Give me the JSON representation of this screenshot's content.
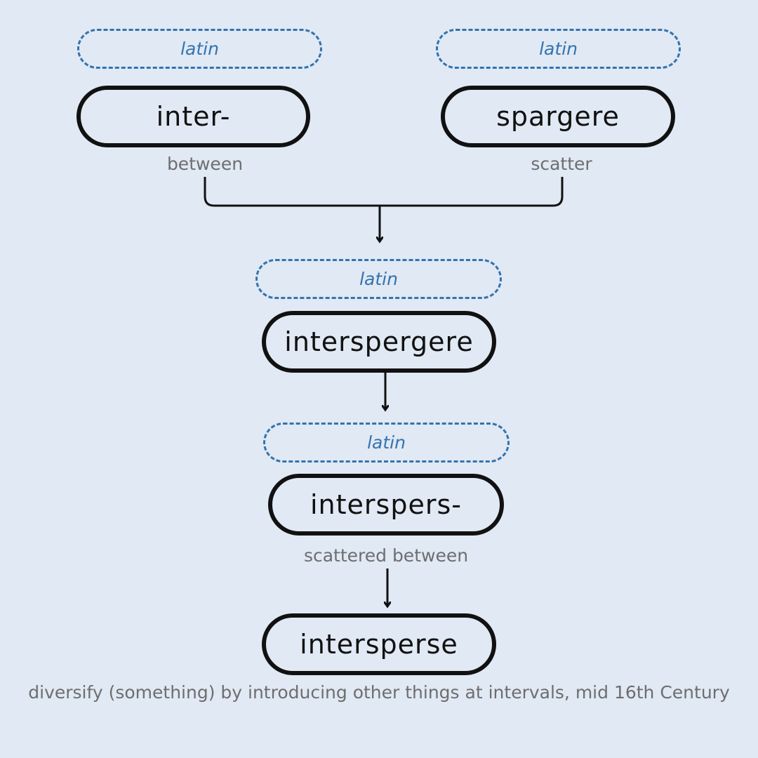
{
  "colors": {
    "background": "#e0e9f4",
    "tag_blue": "#3573ad",
    "word_border": "#111111",
    "gloss_gray": "#6e6e6e"
  },
  "roots": [
    {
      "language": "latin",
      "word": "inter-",
      "meaning": "between"
    },
    {
      "language": "latin",
      "word": "spargere",
      "meaning": "scatter"
    }
  ],
  "stages": [
    {
      "language": "latin",
      "word": "interspergere",
      "meaning": ""
    },
    {
      "language": "latin",
      "word": "interspers-",
      "meaning": "scattered between"
    }
  ],
  "result": {
    "word": "intersperse",
    "definition": "diversify (something) by introducing other things at intervals, mid 16th Century"
  }
}
